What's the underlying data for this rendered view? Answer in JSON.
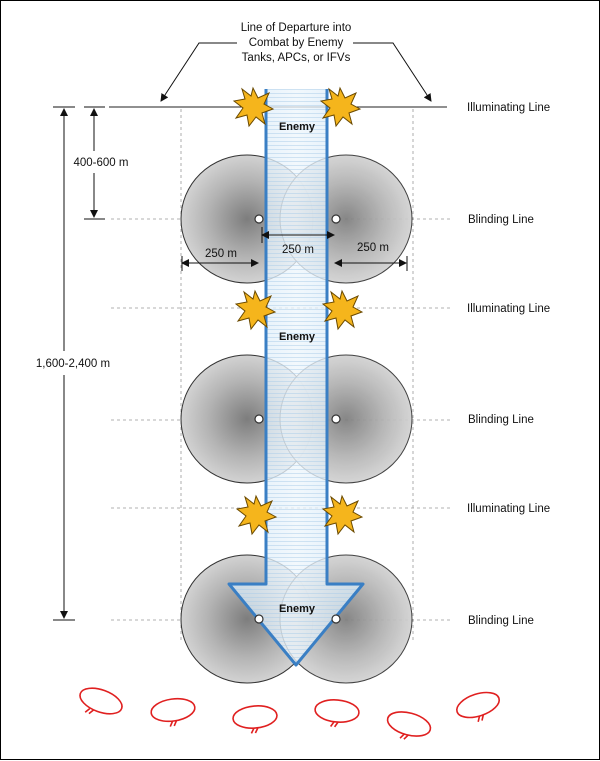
{
  "diagram": {
    "departure_caption": [
      "Line of Departure into",
      "Combat by Enemy",
      "Tanks, APCs, or IFVs"
    ],
    "dimensions": {
      "short_span": "400-600 m",
      "long_span": "1,600-2,400 m",
      "width_left": "250 m",
      "width_center": "250 m",
      "width_right": "250 m"
    },
    "line_labels": {
      "illuminating": "Illuminating Line",
      "blinding": "Blinding Line"
    },
    "enemy_label": "Enemy",
    "colors": {
      "arrow_stroke": "#3a7fc4",
      "arrow_fill": "#dcecf7",
      "flash_fill": "#f5b51c",
      "flash_stroke": "#6b4a00",
      "smoke_fill": "#bdbdbd",
      "mine_ring": "#e02020"
    }
  }
}
